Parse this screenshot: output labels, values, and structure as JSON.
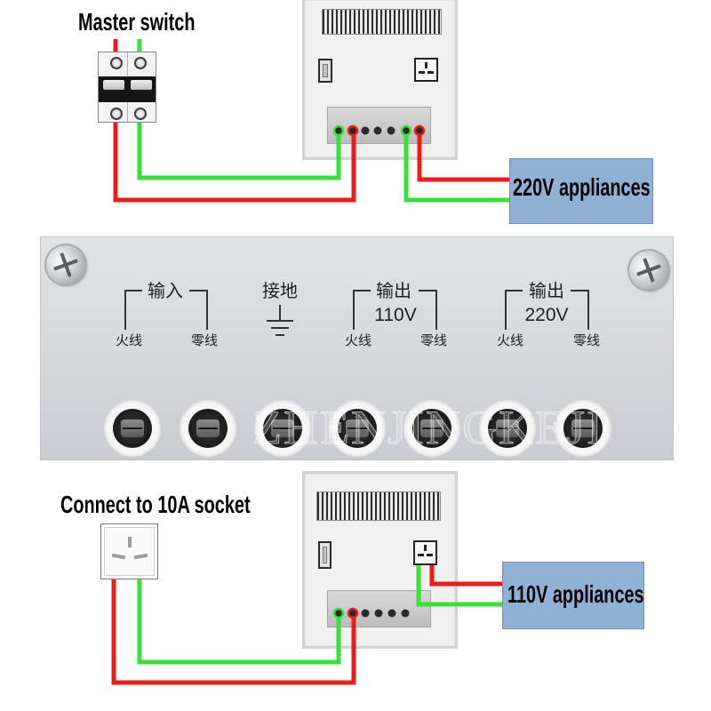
{
  "top_diagram": {
    "switch_label": "Master switch",
    "output_label": "220V appliances"
  },
  "terminal_panel": {
    "input": {
      "title": "输入",
      "live": "火线",
      "neutral": "零线"
    },
    "ground": {
      "title": "接地"
    },
    "output_110": {
      "title": "输出",
      "voltage": "110V",
      "live": "火线",
      "neutral": "零线"
    },
    "output_220": {
      "title": "输出",
      "voltage": "220V",
      "live": "火线",
      "neutral": "零线"
    },
    "watermark": "ZHENJINGKEJI"
  },
  "bottom_diagram": {
    "socket_label": "Connect to 10A socket",
    "output_label": "110V appliances"
  },
  "colors": {
    "live_wire": "#ee1b1b",
    "neutral_wire": "#38e038",
    "appliance_box": "#8fb2d4"
  }
}
